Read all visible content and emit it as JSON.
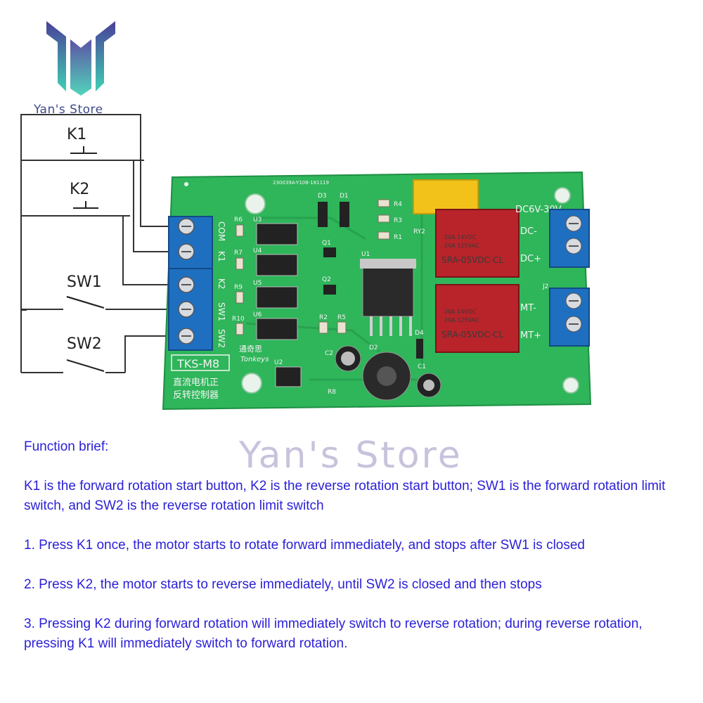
{
  "logo": {
    "text": "Yan's Store"
  },
  "watermark": {
    "text": "Yan's Store"
  },
  "switches": {
    "k1": "K1",
    "k2": "K2",
    "sw1": "SW1",
    "sw2": "SW2"
  },
  "board": {
    "model": "TKS-M8",
    "brand_cn": "通奇思",
    "brand_en": "Tonkeys",
    "desc_line1": "直流电机正",
    "desc_line2": "反转控制器",
    "serial": "230039A-Y108-181119",
    "power_label": "DC6V-30V",
    "dc_minus": "DC-",
    "dc_plus": "DC+",
    "mt_minus": "MT-",
    "mt_plus": "MT+",
    "j1_pins": [
      "COM",
      "K1",
      "K2",
      "SW1",
      "SW2"
    ],
    "relay_text": {
      "line1": "20A 14VDC",
      "line2": "20A 125VAC",
      "model": "SRA-05VDC-CL"
    },
    "component_labels": {
      "r6": "R6",
      "r7": "R7",
      "r9": "R9",
      "r10": "R10",
      "u3": "U3",
      "u4": "U4",
      "u5": "U5",
      "u6": "U6",
      "q1": "Q1",
      "q2": "Q2",
      "d3": "D3",
      "d1": "D1",
      "r4": "R4",
      "r3": "R3",
      "r1": "R1",
      "ry2": "RY2",
      "u1": "U1",
      "u2": "U2",
      "d4": "D4",
      "r2": "R2",
      "r5": "R5",
      "c2": "C2",
      "d2": "D2",
      "c1": "C1",
      "r8": "R8",
      "j2": "J2"
    }
  },
  "function_brief": {
    "title": "Function brief:",
    "intro": "K1 is the forward rotation start button, K2 is the reverse rotation start button; SW1 is the forward rotation limit switch, and SW2 is the reverse rotation limit switch",
    "steps": [
      "1. Press K1 once, the motor starts to rotate forward immediately, and stops after SW1 is closed",
      "2. Press K2, the motor starts to reverse immediately, until SW2 is closed and then stops",
      "3. Pressing K2 during forward rotation will immediately switch to reverse rotation; during reverse rotation, pressing K1 will immediately switch to forward rotation."
    ]
  },
  "colors": {
    "pcb_green": "#2fb55a",
    "terminal_blue": "#1f6fc0",
    "relay_red": "#b8242a",
    "capacitor_yellow": "#f2c21b",
    "text_blue": "#2a1fd6",
    "logo_teal": "#3fc9b0",
    "logo_purple": "#4a3f9a"
  },
  "icons": {
    "logo": "yans-store-logo-icon"
  }
}
